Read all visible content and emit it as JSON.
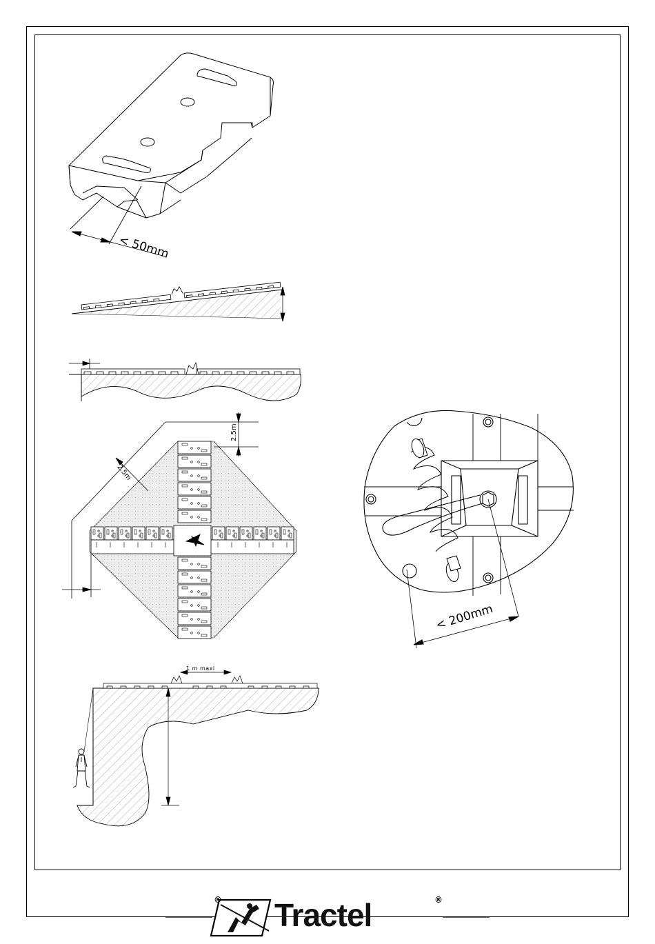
{
  "labels": {
    "gap_max": "< 50mm",
    "bolt_distance_max": "< 200mm",
    "edge_distance_a": "2.5m",
    "edge_distance_b": "2.5m",
    "spacing_max": "1 m maxi"
  },
  "brand": {
    "name": "Tractel",
    "registered_left": "®",
    "registered_right": "®"
  },
  "colors": {
    "line": "#000000",
    "hatch": "#888888",
    "zone": "#e6e6e6"
  }
}
